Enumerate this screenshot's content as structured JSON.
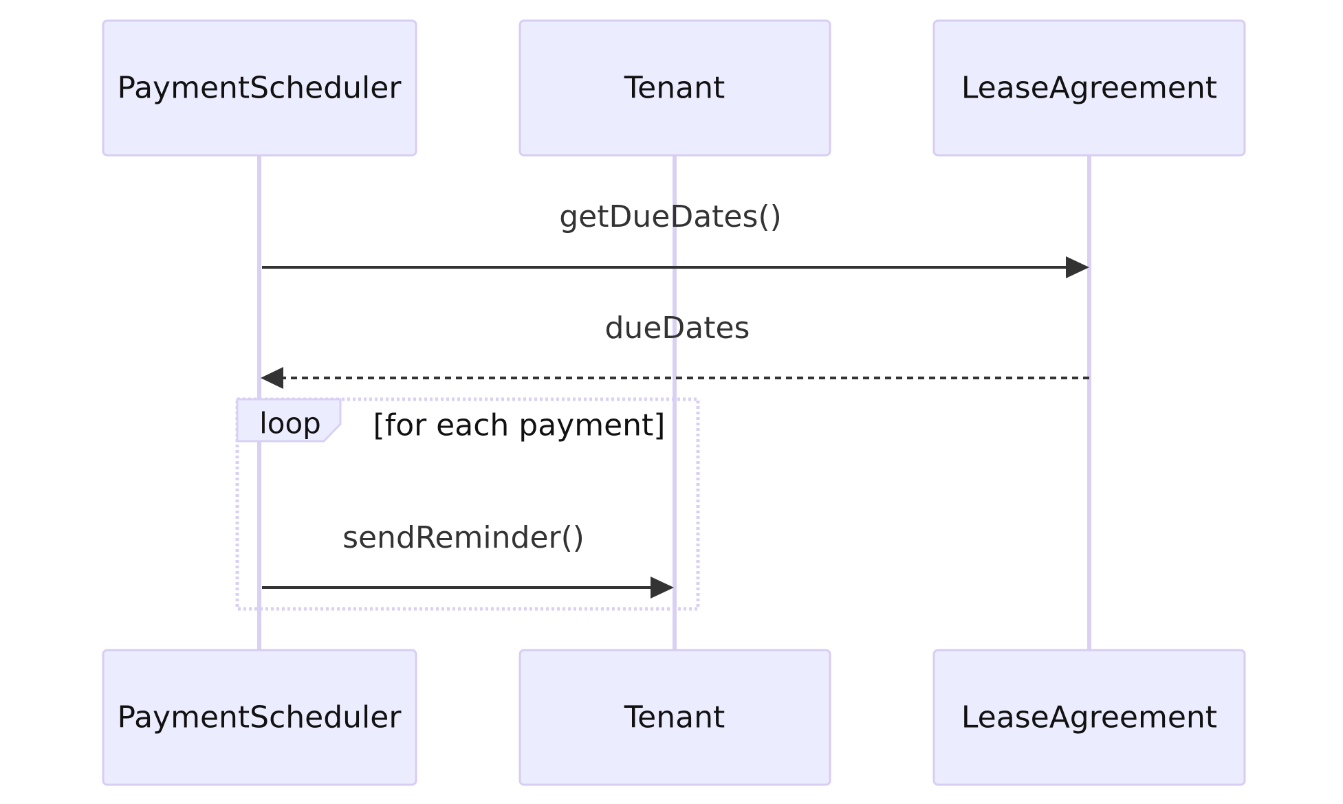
{
  "participants": [
    {
      "id": "PaymentScheduler",
      "label": "PaymentScheduler"
    },
    {
      "id": "Tenant",
      "label": "Tenant"
    },
    {
      "id": "LeaseAgreement",
      "label": "LeaseAgreement"
    }
  ],
  "messages": [
    {
      "from": "PaymentScheduler",
      "to": "LeaseAgreement",
      "label": "getDueDates()",
      "style": "solid"
    },
    {
      "from": "LeaseAgreement",
      "to": "PaymentScheduler",
      "label": "dueDates",
      "style": "dashed"
    },
    {
      "from": "PaymentScheduler",
      "to": "Tenant",
      "label": "sendReminder()",
      "style": "solid"
    }
  ],
  "loop": {
    "keyword": "loop",
    "condition": "[for each payment]"
  },
  "colors": {
    "actor_fill": "#ececff",
    "actor_border": "#d8cdf2",
    "lifeline": "#d9d0f3",
    "arrow": "#333333"
  }
}
